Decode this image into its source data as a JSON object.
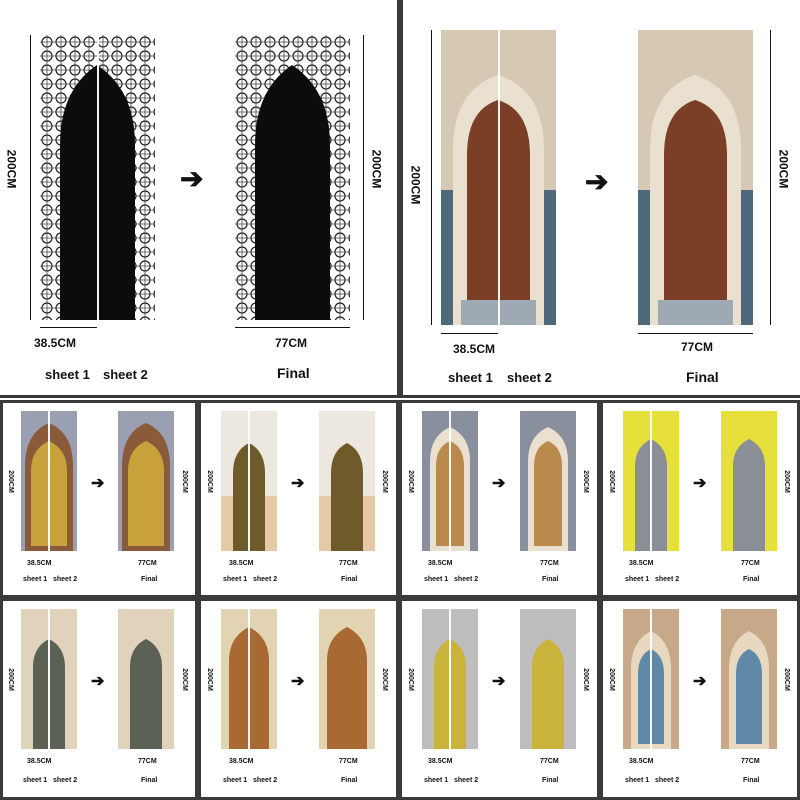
{
  "labels": {
    "height": "200CM",
    "sheet_width": "38.5CM",
    "final_width": "77CM",
    "sheet1": "sheet 1",
    "sheet2": "sheet 2",
    "final": "Final",
    "arrow": "➔"
  },
  "colors": {
    "border": "#3a3a3a",
    "panel1_door": "#0d0b0b",
    "panel1_lattice": "#d9d9d9",
    "panel2_stone": "#d6c9b3",
    "panel2_door": "#7a3f26",
    "panel2_tile": "#4e6a7a",
    "panel3_door": "#c9a13a",
    "panel3_arch": "#8a5a3a",
    "panel4_door": "#6f5a2a",
    "panel4_stone": "#ece7df",
    "panel5_door": "#b98a4c",
    "panel5_stone": "#8a8f9e",
    "panel6_door": "#8a8f96",
    "panel6_stone": "#e8e03a",
    "panel7_door": "#5b6155",
    "panel7_stone": "#e0d2bb",
    "panel8_door": "#a86a32",
    "panel8_stone": "#e2d3b2",
    "panel9_door": "#c9b33a",
    "panel9_stone": "#bdbdbd",
    "panel10_door": "#5f89a6",
    "panel10_stone": "#c7a98a"
  }
}
